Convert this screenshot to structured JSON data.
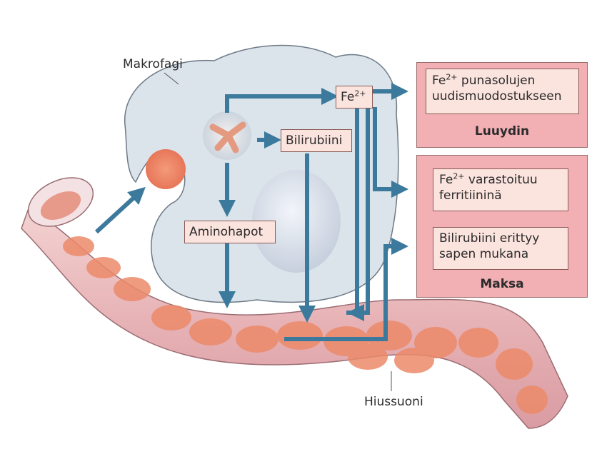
{
  "labels": {
    "macrophage": "Makrofagi",
    "capillary": "Hiussuoni"
  },
  "boxes": {
    "fe": {
      "base": "Fe",
      "sup": "2+"
    },
    "bilirubin": "Bilirubiini",
    "amino": "Aminohapot"
  },
  "marrow": {
    "title": "Luuydin",
    "text_base": "Fe",
    "text_sup": "2+",
    "text_rest": " punasolujen",
    "text_line2": "uudismuodostukseen"
  },
  "liver": {
    "title": "Maksa",
    "ferritin_base": "Fe",
    "ferritin_sup": "2+",
    "ferritin_rest": " varastoituu",
    "ferritin_line2": "ferritiininä",
    "bile_line1": "Bilirubiini erittyy",
    "bile_line2": "sapen mukana"
  },
  "colors": {
    "arrow": "#3b7a9c",
    "cell": "#dce4ec",
    "vessel": "#e8b8b8",
    "rbc": "#ec8a6a",
    "organ_bg": "#f2b0b5",
    "box_bg": "#fbe3de"
  }
}
